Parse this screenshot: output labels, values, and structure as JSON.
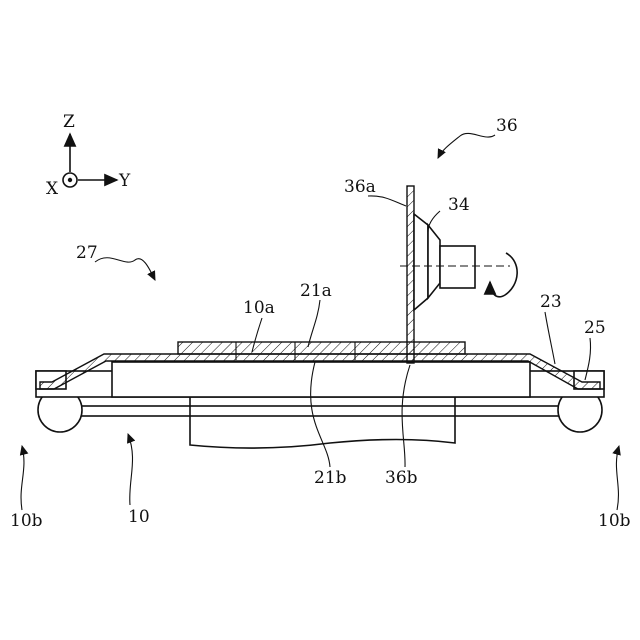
{
  "axes": {
    "z_label": "Z",
    "x_label": "X",
    "y_label": "Y"
  },
  "reference_labels": {
    "blade_unit": "36",
    "blade": "36a",
    "spindle": "34",
    "table_unit": "27",
    "wafer": "10a",
    "tape_top": "21a",
    "tape_edge": "23",
    "frame": "25",
    "tape_bottom": "21b",
    "blade_tip": "36b",
    "chuck": "10",
    "roller_left": "10b",
    "roller_right": "10b"
  },
  "colors": {
    "line": "#111111",
    "background": "#ffffff"
  }
}
